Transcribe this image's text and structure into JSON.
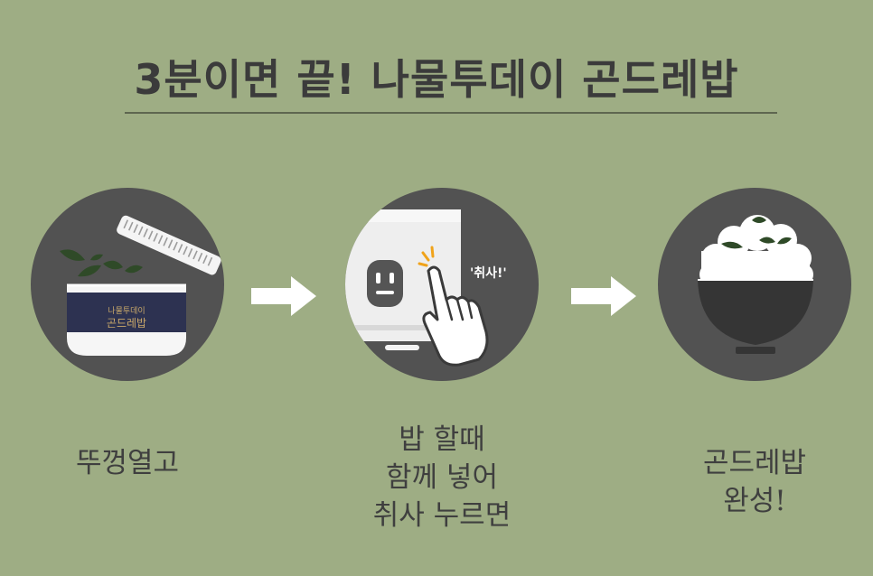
{
  "title": "3분이면 끝! 나물투데이 곤드레밥",
  "steps": [
    {
      "product_brand": "나물투데이",
      "product_name": "곤드레밥",
      "caption_lines": [
        "뚜껑열고"
      ]
    },
    {
      "speech": "'취사!'",
      "caption_lines": [
        "밥 할때",
        "함께 넣어",
        "취사 누르면"
      ]
    },
    {
      "caption_lines": [
        "곤드레밥",
        "완성!"
      ]
    }
  ],
  "colors": {
    "background": "#9ead84",
    "circle": "#525252",
    "text": "#3b3b3b",
    "label_navy": "#2d3251",
    "gold": "#c9a86a"
  }
}
